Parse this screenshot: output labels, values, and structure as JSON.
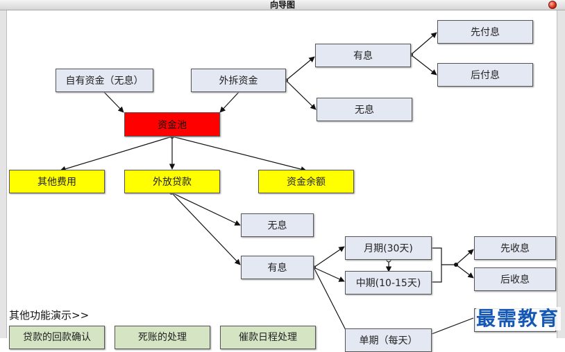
{
  "window": {
    "title": "向导图"
  },
  "nodes": {
    "own_funds": "自有资金（无息）",
    "borrowed_funds": "外拆资金",
    "interest": "有息",
    "pay_first": "先付息",
    "pay_later": "后付息",
    "no_interest_top": "无息",
    "fund_pool": "资金池",
    "other_costs": "其他费用",
    "loans_out": "外放贷款",
    "fund_balance": "资金余额",
    "no_interest_loan": "无息",
    "interest_loan": "有息",
    "monthly": "月期(30天)",
    "mid_term": "中期(10-15天)",
    "collect_first": "先收息",
    "collect_later": "后收息",
    "single_term": "单期（每天）"
  },
  "other_functions": {
    "label": "其他功能演示>>",
    "buttons": [
      "贷款的回款确认",
      "死账的处理",
      "催款日程处理"
    ]
  },
  "watermark": "最需教育",
  "colors": {
    "node_fill": "#e3e8f3",
    "highlight_yellow": "#ffff00",
    "pool_red": "#ff0000",
    "function_green": "#d5e5c4",
    "watermark_blue": "#1458b4"
  }
}
